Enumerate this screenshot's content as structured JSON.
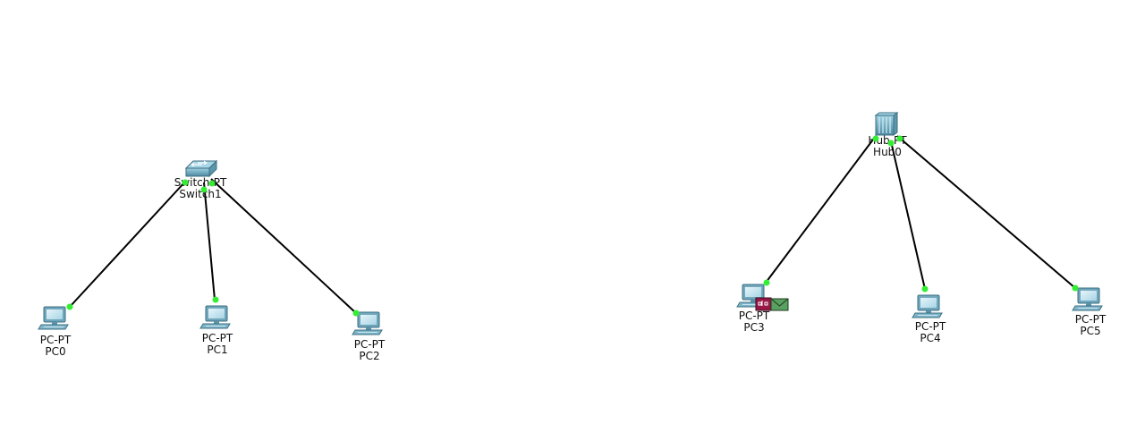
{
  "devices": {
    "switch1": {
      "type_label": "Switch-PT",
      "name_label": "Switch1"
    },
    "hub0": {
      "type_label": "Hub-PT",
      "name_label": "Hub0"
    },
    "pc0": {
      "type_label": "PC-PT",
      "name_label": "PC0"
    },
    "pc1": {
      "type_label": "PC-PT",
      "name_label": "PC1"
    },
    "pc2": {
      "type_label": "PC-PT",
      "name_label": "PC2"
    },
    "pc3": {
      "type_label": "PC-PT",
      "name_label": "PC3"
    },
    "pc4": {
      "type_label": "PC-PT",
      "name_label": "PC4"
    },
    "pc5": {
      "type_label": "PC-PT",
      "name_label": "PC5"
    }
  },
  "colors": {
    "link": "#000000",
    "port_up": "#33ee33",
    "pdu_envelope": "#5aa060",
    "pdu_marker": "#9a1848"
  }
}
